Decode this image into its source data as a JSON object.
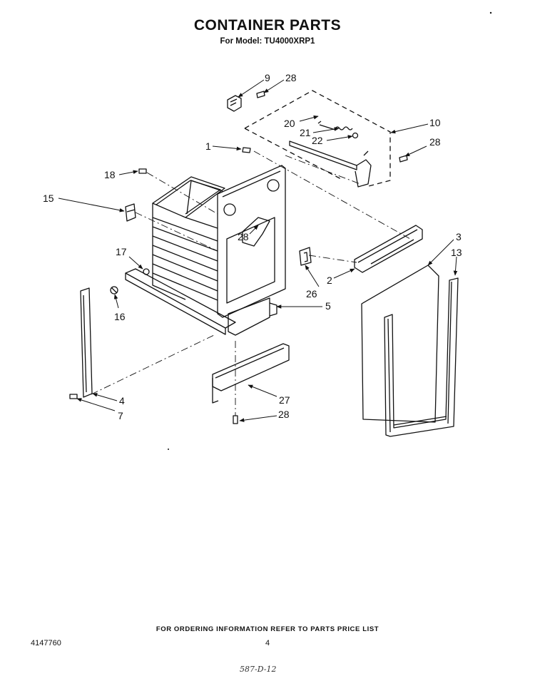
{
  "header": {
    "title": "CONTAINER PARTS",
    "model_line": "For Model: TU4000XRP1"
  },
  "callouts": [
    {
      "id": "c9",
      "label": "9"
    },
    {
      "id": "c28a",
      "label": "28"
    },
    {
      "id": "c10",
      "label": "10"
    },
    {
      "id": "c20",
      "label": "20"
    },
    {
      "id": "c21",
      "label": "21"
    },
    {
      "id": "c22",
      "label": "22"
    },
    {
      "id": "c28b",
      "label": "28"
    },
    {
      "id": "c1",
      "label": "1"
    },
    {
      "id": "c18",
      "label": "18"
    },
    {
      "id": "c15",
      "label": "15"
    },
    {
      "id": "c28c",
      "label": "28"
    },
    {
      "id": "c3",
      "label": "3"
    },
    {
      "id": "c13",
      "label": "13"
    },
    {
      "id": "c17",
      "label": "17"
    },
    {
      "id": "c2",
      "label": "2"
    },
    {
      "id": "c26",
      "label": "26"
    },
    {
      "id": "c16",
      "label": "16"
    },
    {
      "id": "c5",
      "label": "5"
    },
    {
      "id": "c4",
      "label": "4"
    },
    {
      "id": "c27",
      "label": "27"
    },
    {
      "id": "c7",
      "label": "7"
    },
    {
      "id": "c28d",
      "label": "28"
    }
  ],
  "footer": {
    "note": "FOR ORDERING INFORMATION REFER TO PARTS PRICE LIST",
    "doc_number": "4147760",
    "page_number": "4",
    "handwritten": "587-D-12"
  }
}
